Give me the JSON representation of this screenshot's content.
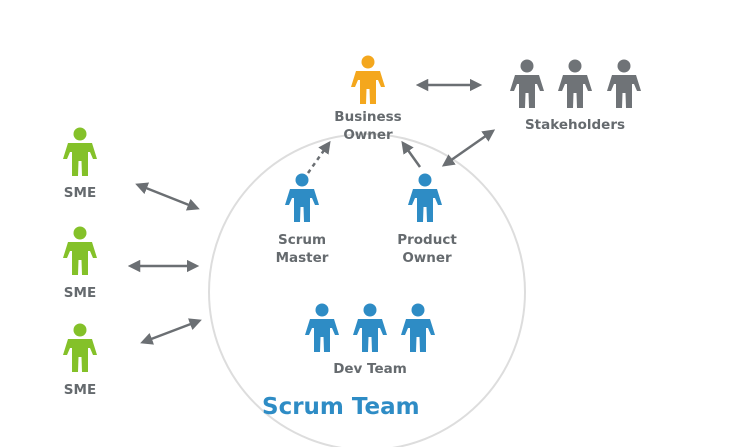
{
  "colors": {
    "sme": "#84c129",
    "business_owner": "#f4a71d",
    "stakeholders": "#6f7377",
    "scrum_team": "#2e8cc5",
    "arrow": "#6b6f73",
    "circle": "#dddddd",
    "label": "#656a6e"
  },
  "icons": {
    "person": "person-icon",
    "arrow": "double-arrow-icon"
  },
  "labels": {
    "business_owner": [
      "Business",
      "Owner"
    ],
    "stakeholders": "Stakeholders",
    "sme": "SME",
    "scrum_master": [
      "Scrum",
      "Master"
    ],
    "product_owner": [
      "Product",
      "Owner"
    ],
    "dev_team": "Dev Team",
    "scrum_team": "Scrum Team"
  }
}
